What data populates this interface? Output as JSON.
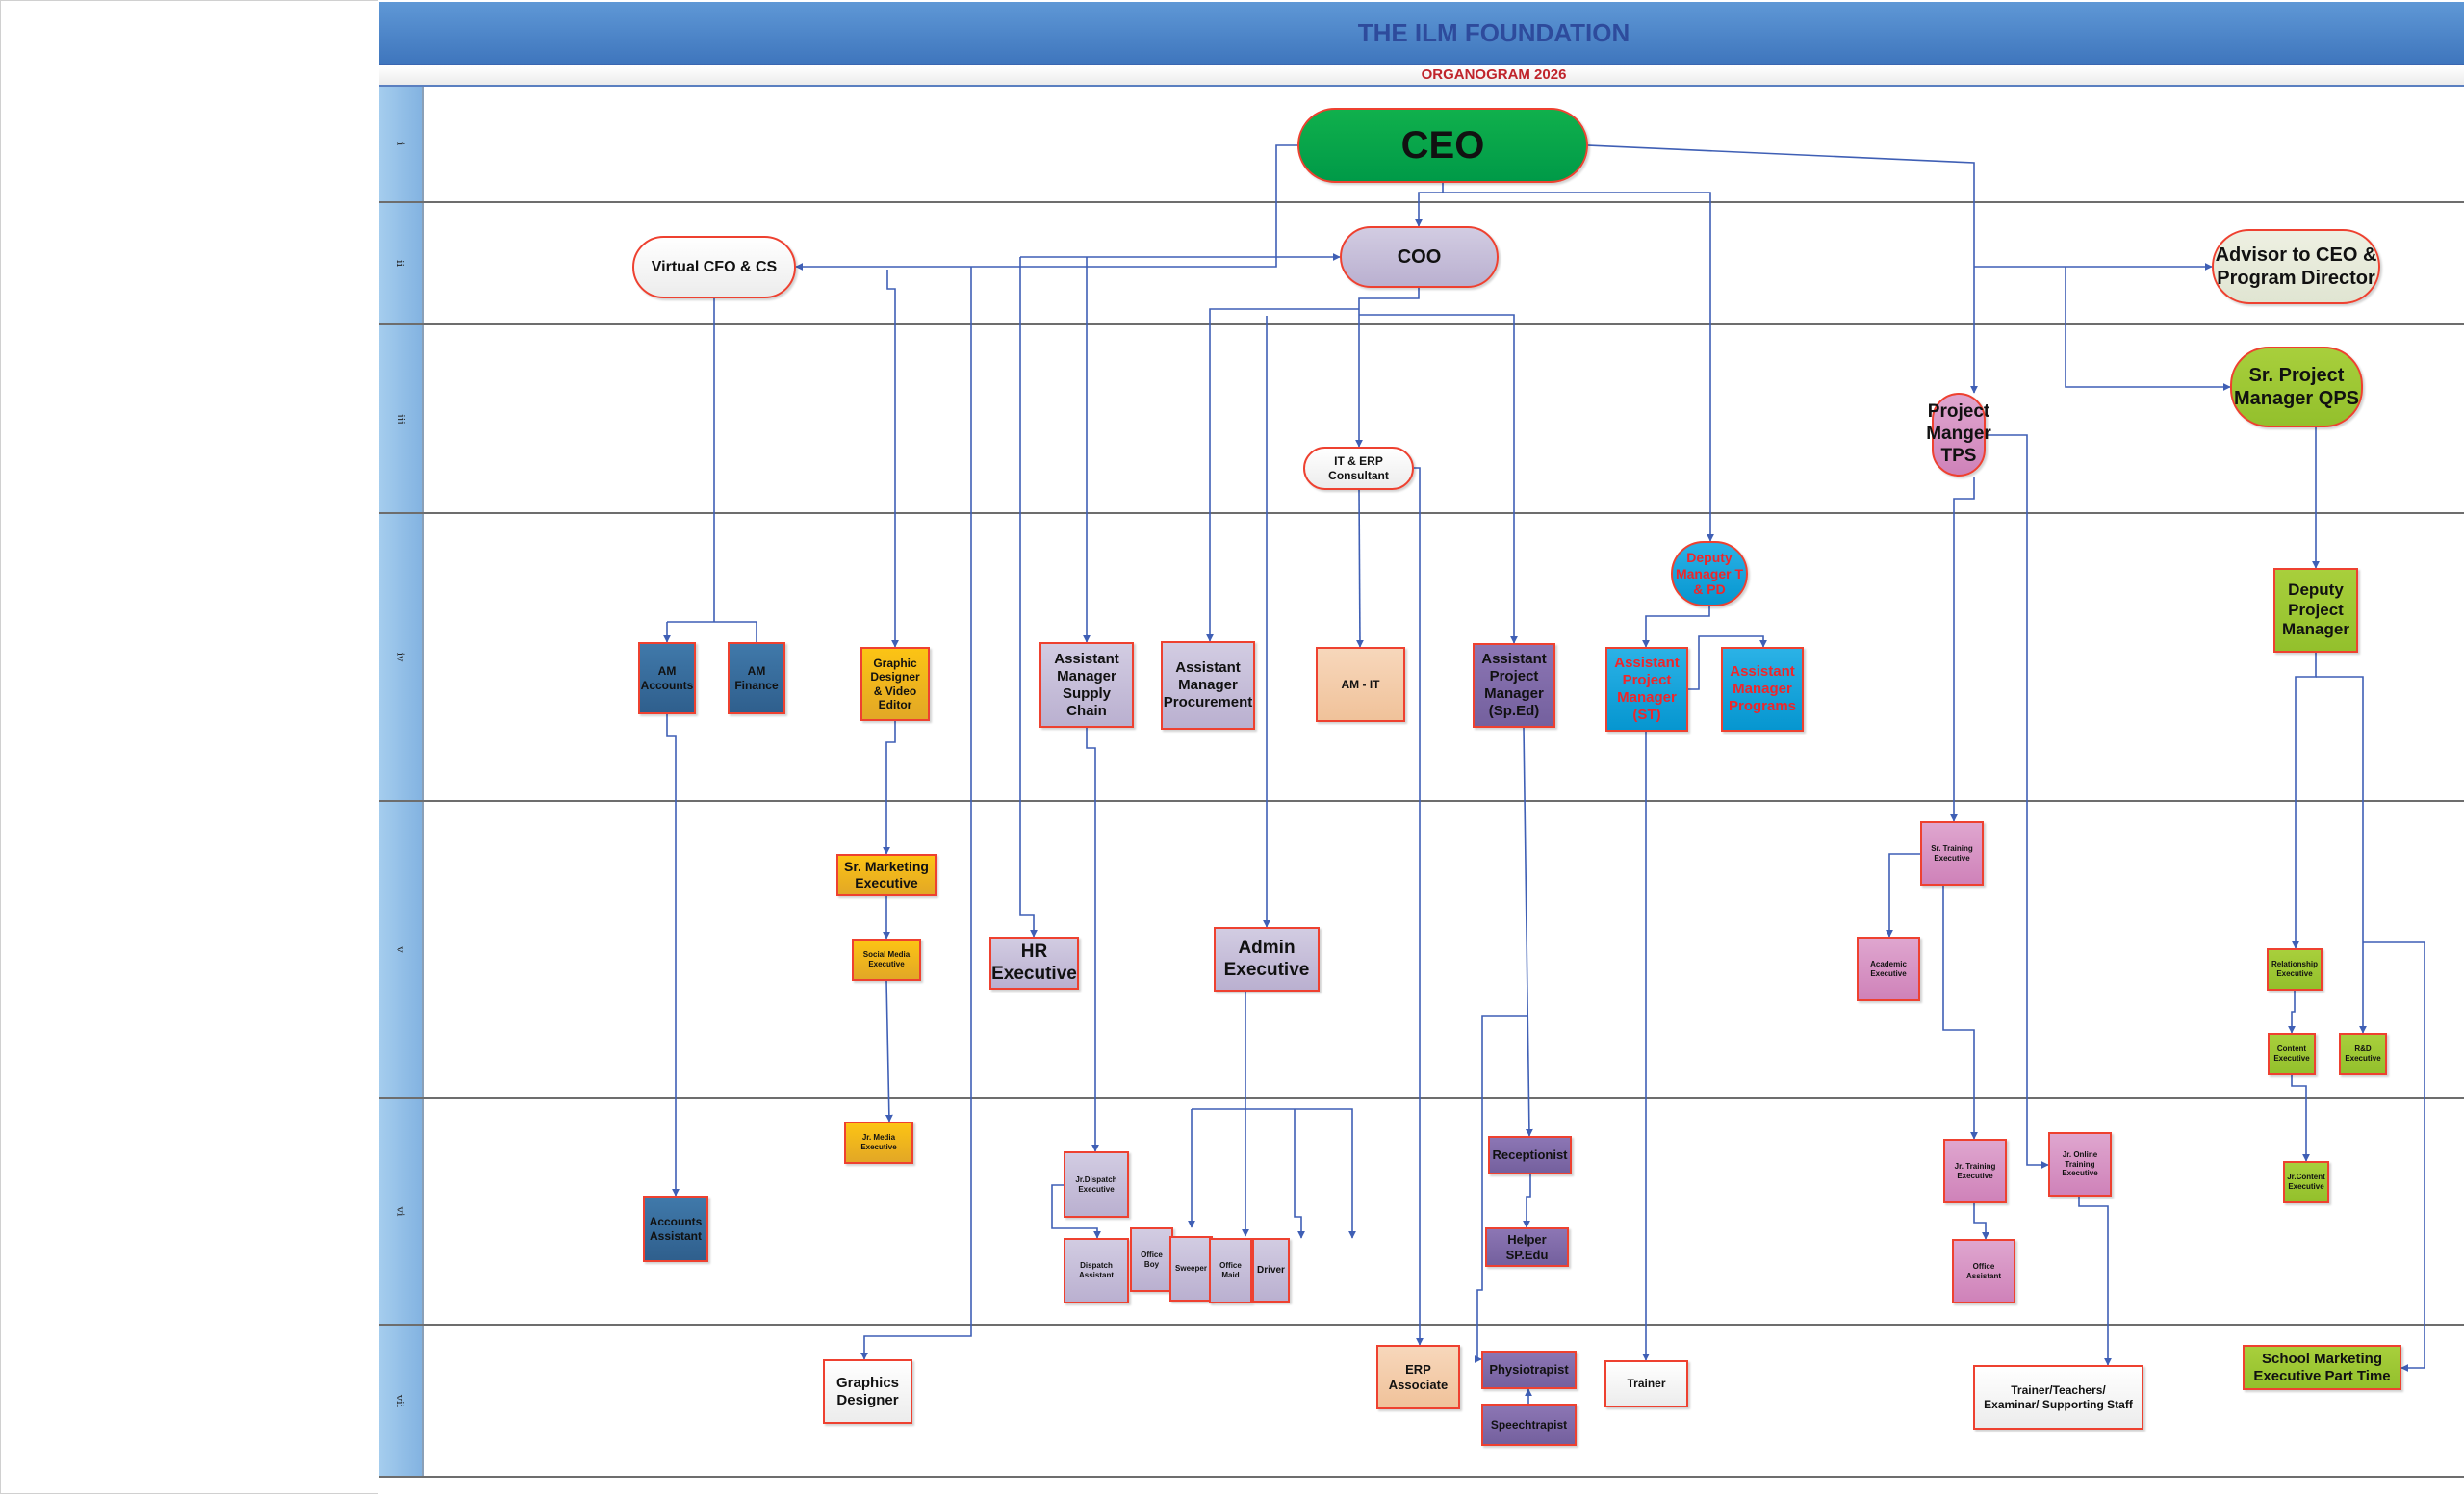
{
  "header": {
    "title": "THE ILM FOUNDATION",
    "subtitle": "ORGANOGRAM 2026"
  },
  "lanes": [
    "i",
    "ii",
    "iii",
    "iv",
    "v",
    "vi",
    "vii"
  ],
  "colors": {
    "connector": "#3f5fb5",
    "node_border": "#ee4130",
    "header": "#4f88cb",
    "title_text": "#2e4b9c",
    "subtitle_text": "#c0242b"
  },
  "nodes": {
    "ceo": {
      "label": "CEO"
    },
    "coo": {
      "label": "COO"
    },
    "vcfo": {
      "label": "Virtual CFO & CS"
    },
    "advisor": {
      "label": "Advisor to CEO &\nProgram Director"
    },
    "sr_pm_qps": {
      "label": "Sr. Project\nManager QPS"
    },
    "pm_tps": {
      "label": "Project\nManger\nTPS"
    },
    "it_erp": {
      "label": "IT & ERP\nConsultant"
    },
    "dm_tpd": {
      "label": "Deputy\nManager T\n& PD"
    },
    "am_accounts": {
      "label": "AM\nAccounts"
    },
    "am_finance": {
      "label": "AM\nFinance"
    },
    "graphic_video": {
      "label": "Graphic\nDesigner\n& Video\nEditor"
    },
    "am_supply": {
      "label": "Assistant\nManager\nSupply Chain"
    },
    "am_procurement": {
      "label": "Assistant\nManager\nProcurement"
    },
    "am_it": {
      "label": "AM - IT"
    },
    "apm_sped": {
      "label": "Assistant\nProject\nManager\n(Sp.Ed)"
    },
    "apm_st": {
      "label": "Assistant\nProject\nManager\n(ST)"
    },
    "am_programs": {
      "label": "Assistant\nManager\nPrograms"
    },
    "deputy_pm": {
      "label": "Deputy\nProject\nManager"
    },
    "sr_marketing": {
      "label": "Sr. Marketing\nExecutive"
    },
    "social_media": {
      "label": "Social Media\nExecutive"
    },
    "hr_exec": {
      "label": "HR\nExecutive"
    },
    "admin_exec": {
      "label": "Admin\nExecutive"
    },
    "sr_training": {
      "label": "Sr. Training\nExecutive"
    },
    "academic": {
      "label": "Academic\nExecutive"
    },
    "relationship": {
      "label": "Relationship\nExecutive"
    },
    "content": {
      "label": "Content\nExecutive"
    },
    "rd": {
      "label": "R&D\nExecutive"
    },
    "jr_media": {
      "label": "Jr. Media\nExecutive"
    },
    "accounts_assistant": {
      "label": "Accounts\nAssistant"
    },
    "jr_dispatch": {
      "label": "Jr.Dispatch\nExecutive"
    },
    "dispatch_assistant": {
      "label": "Dispatch\nAssistant"
    },
    "office_boy": {
      "label": "Office\nBoy"
    },
    "sweeper": {
      "label": "Sweeper"
    },
    "office_maid": {
      "label": "Office\nMaid"
    },
    "driver": {
      "label": "Driver"
    },
    "receptionist": {
      "label": "Receptionist"
    },
    "helper": {
      "label": "Helper\nSP.Edu"
    },
    "jr_training": {
      "label": "Jr. Training\nExecutive"
    },
    "jr_online": {
      "label": "Jr. Online\nTraining\nExecutive"
    },
    "office_assistant": {
      "label": "Office\nAssistant"
    },
    "jr_content": {
      "label": "Jr.Content\nExecutive"
    },
    "graphics_designer": {
      "label": "Graphics\nDesigner"
    },
    "erp_associate": {
      "label": "ERP\nAssociate"
    },
    "physiotrapist": {
      "label": "Physiotrapist"
    },
    "speechtrapist": {
      "label": "Speechtrapist"
    },
    "trainer": {
      "label": "Trainer"
    },
    "trainer_teachers": {
      "label": "Trainer/Teachers/\nExaminar/ Supporting Staff"
    },
    "school_marketing": {
      "label": "School Marketing\nExecutive Part Time"
    }
  }
}
